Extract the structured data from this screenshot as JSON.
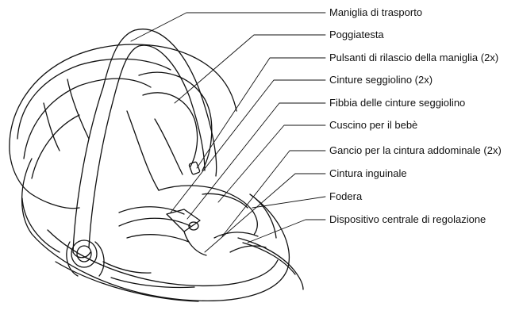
{
  "figure": {
    "subject": "car-seat-line-drawing",
    "line_color": "#111111",
    "background": "#ffffff"
  },
  "callouts": [
    {
      "id": "handle",
      "text": "Maniglia di trasporto"
    },
    {
      "id": "headrest",
      "text": "Poggiatesta"
    },
    {
      "id": "release-buttons",
      "text": "Pulsanti di rilascio della maniglia (2x)"
    },
    {
      "id": "harness-belts",
      "text": "Cinture seggiolino (2x)"
    },
    {
      "id": "harness-buckle",
      "text": "Fibbia delle cinture seggiolino"
    },
    {
      "id": "infant-cushion",
      "text": "Cuscino per il bebè"
    },
    {
      "id": "lap-belt-hook",
      "text": "Gancio per la cintura addominale (2x)"
    },
    {
      "id": "crotch-strap",
      "text": "Cintura inguinale"
    },
    {
      "id": "cover",
      "text": "Fodera"
    },
    {
      "id": "central-adjuster",
      "text": "Dispositivo centrale di regolazione"
    }
  ]
}
